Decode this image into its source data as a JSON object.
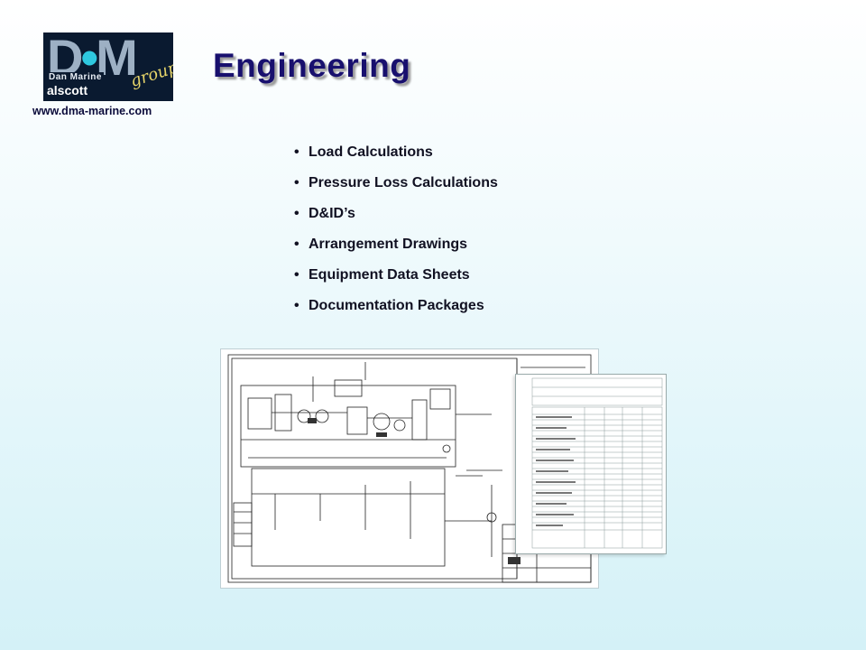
{
  "logo": {
    "big_letters": "DM",
    "line1": "Dan Marine",
    "line2": "alscott",
    "script": "group",
    "colors": {
      "background": "#0a1a30",
      "letters": "#9db0c4",
      "accent": "#2ec8df",
      "script": "#e8d66a"
    }
  },
  "website": "www.dma-marine.com",
  "title": "Engineering",
  "bullets": [
    "Load Calculations",
    "Pressure Loss Calculations",
    "D&ID’s",
    "Arrangement Drawings",
    "Equipment Data Sheets",
    "Documentation Packages"
  ],
  "colors": {
    "title": "#18106e",
    "text": "#111122",
    "background_bottom": "#d4f1f7"
  }
}
